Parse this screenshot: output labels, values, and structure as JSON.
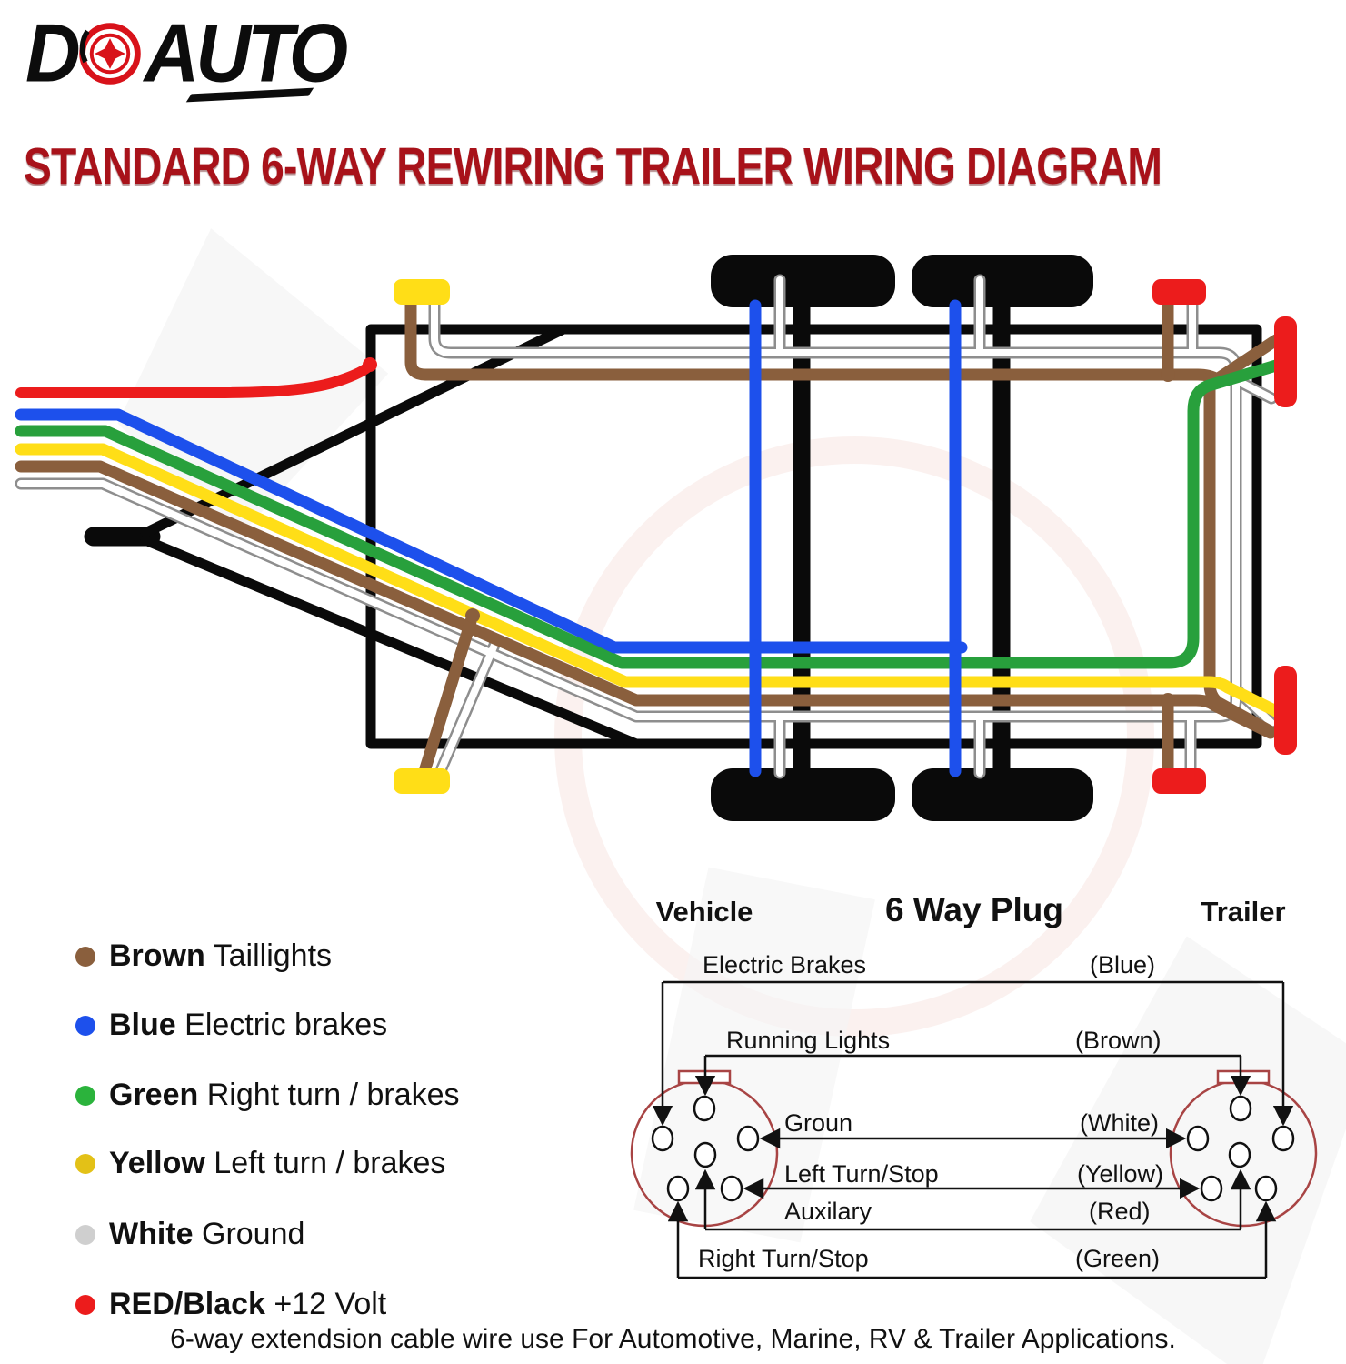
{
  "logo": {
    "part1": "D",
    "part2": "AUTO",
    "wheel_icon": "red-wheel-icon"
  },
  "title": "STANDARD 6-WAY REWIRING TRAILER WIRING DIAGRAM",
  "colors": {
    "title_red": "#A8121A",
    "black": "#0A0A0A",
    "brown": "#8A5F3D",
    "blue": "#1D50EC",
    "green": "#28A03C",
    "yellow": "#FFDE17",
    "red": "#EC1C1C",
    "white_wire_core": "#FFFFFF",
    "white_wire_outline": "#8E8E8E",
    "legend_green_dot": "#2BB33C",
    "legend_yellow_dot": "#E3C117",
    "legend_white_dot": "#CFCFCF",
    "plug_outline": "#A84444"
  },
  "legend": {
    "rows": [
      {
        "name": "Brown",
        "desc": "Taillights"
      },
      {
        "name": "Blue",
        "desc": "Electric brakes"
      },
      {
        "name": "Green",
        "desc": "Right turn / brakes"
      },
      {
        "name": "Yellow",
        "desc": "Left turn / brakes"
      },
      {
        "name": "White",
        "desc": "Ground"
      },
      {
        "name": "RED/Black",
        "desc": "+12 Volt"
      }
    ]
  },
  "plug": {
    "headers": {
      "vehicle": "Vehicle",
      "plug": "6 Way Plug",
      "trailer": "Trailer"
    },
    "rows": [
      {
        "label": "Electric Brakes",
        "wire": "(Blue)"
      },
      {
        "label": "Running Lights",
        "wire": "(Brown)"
      },
      {
        "label": "Groun",
        "wire": "(White)"
      },
      {
        "label": "Left Turn/Stop",
        "wire": "(Yellow)"
      },
      {
        "label": "Auxilary",
        "wire": "(Red)"
      },
      {
        "label": "Right Turn/Stop",
        "wire": "(Green)"
      }
    ]
  },
  "footer": "6-way extendsion cable wire use For Automotive, Marine, RV & Trailer Applications."
}
